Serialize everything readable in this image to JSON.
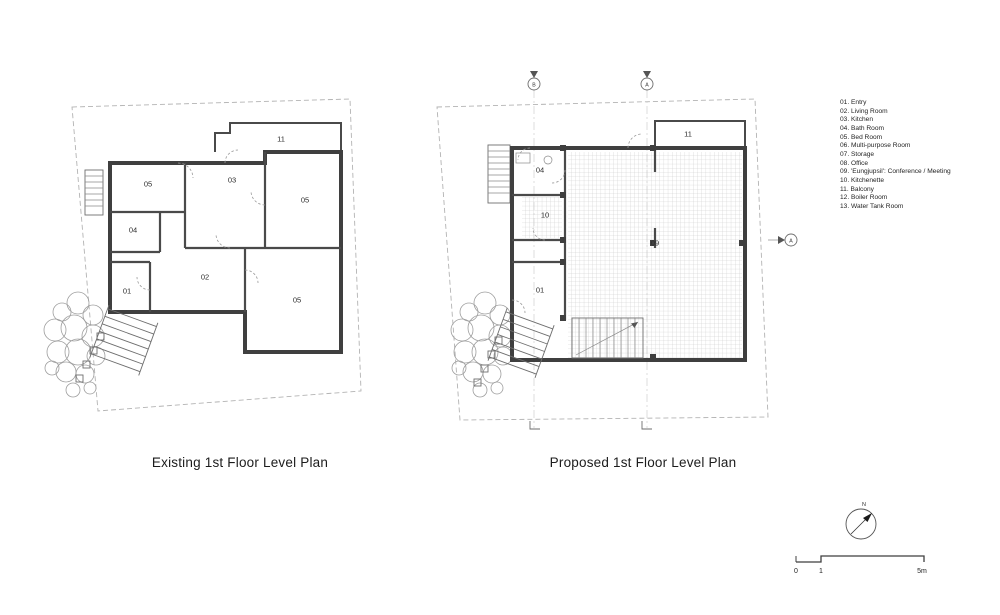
{
  "legend": {
    "items": [
      "01. Entry",
      "02. Living Room",
      "03. Kitchen",
      "04. Bath Room",
      "05. Bed Room",
      "06. Multi-purpose Room",
      "07. Storage",
      "08. Office",
      "09. 'Eungjupsil': Conference / Meeting",
      "10. Kitchenette",
      "11. Balcony",
      "12. Boiler Room",
      "13. Water Tank Room"
    ]
  },
  "plans": {
    "existing": {
      "title": "Existing 1st Floor Level Plan",
      "room_labels": [
        "11",
        "05",
        "03",
        "05",
        "04",
        "02",
        "05",
        "01"
      ]
    },
    "proposed": {
      "title": "Proposed 1st Floor Level Plan",
      "room_labels": [
        "11",
        "04",
        "10",
        "09",
        "01"
      ],
      "section_markers": [
        "B",
        "A",
        "A"
      ]
    }
  },
  "compass": {
    "label": "N"
  },
  "scale_bar": {
    "labels": [
      "0",
      "1",
      "5m"
    ]
  },
  "colors": {
    "wall": "#3f3f3f",
    "boundary": "#b3b3b3",
    "grid": "#c6c6c6"
  }
}
